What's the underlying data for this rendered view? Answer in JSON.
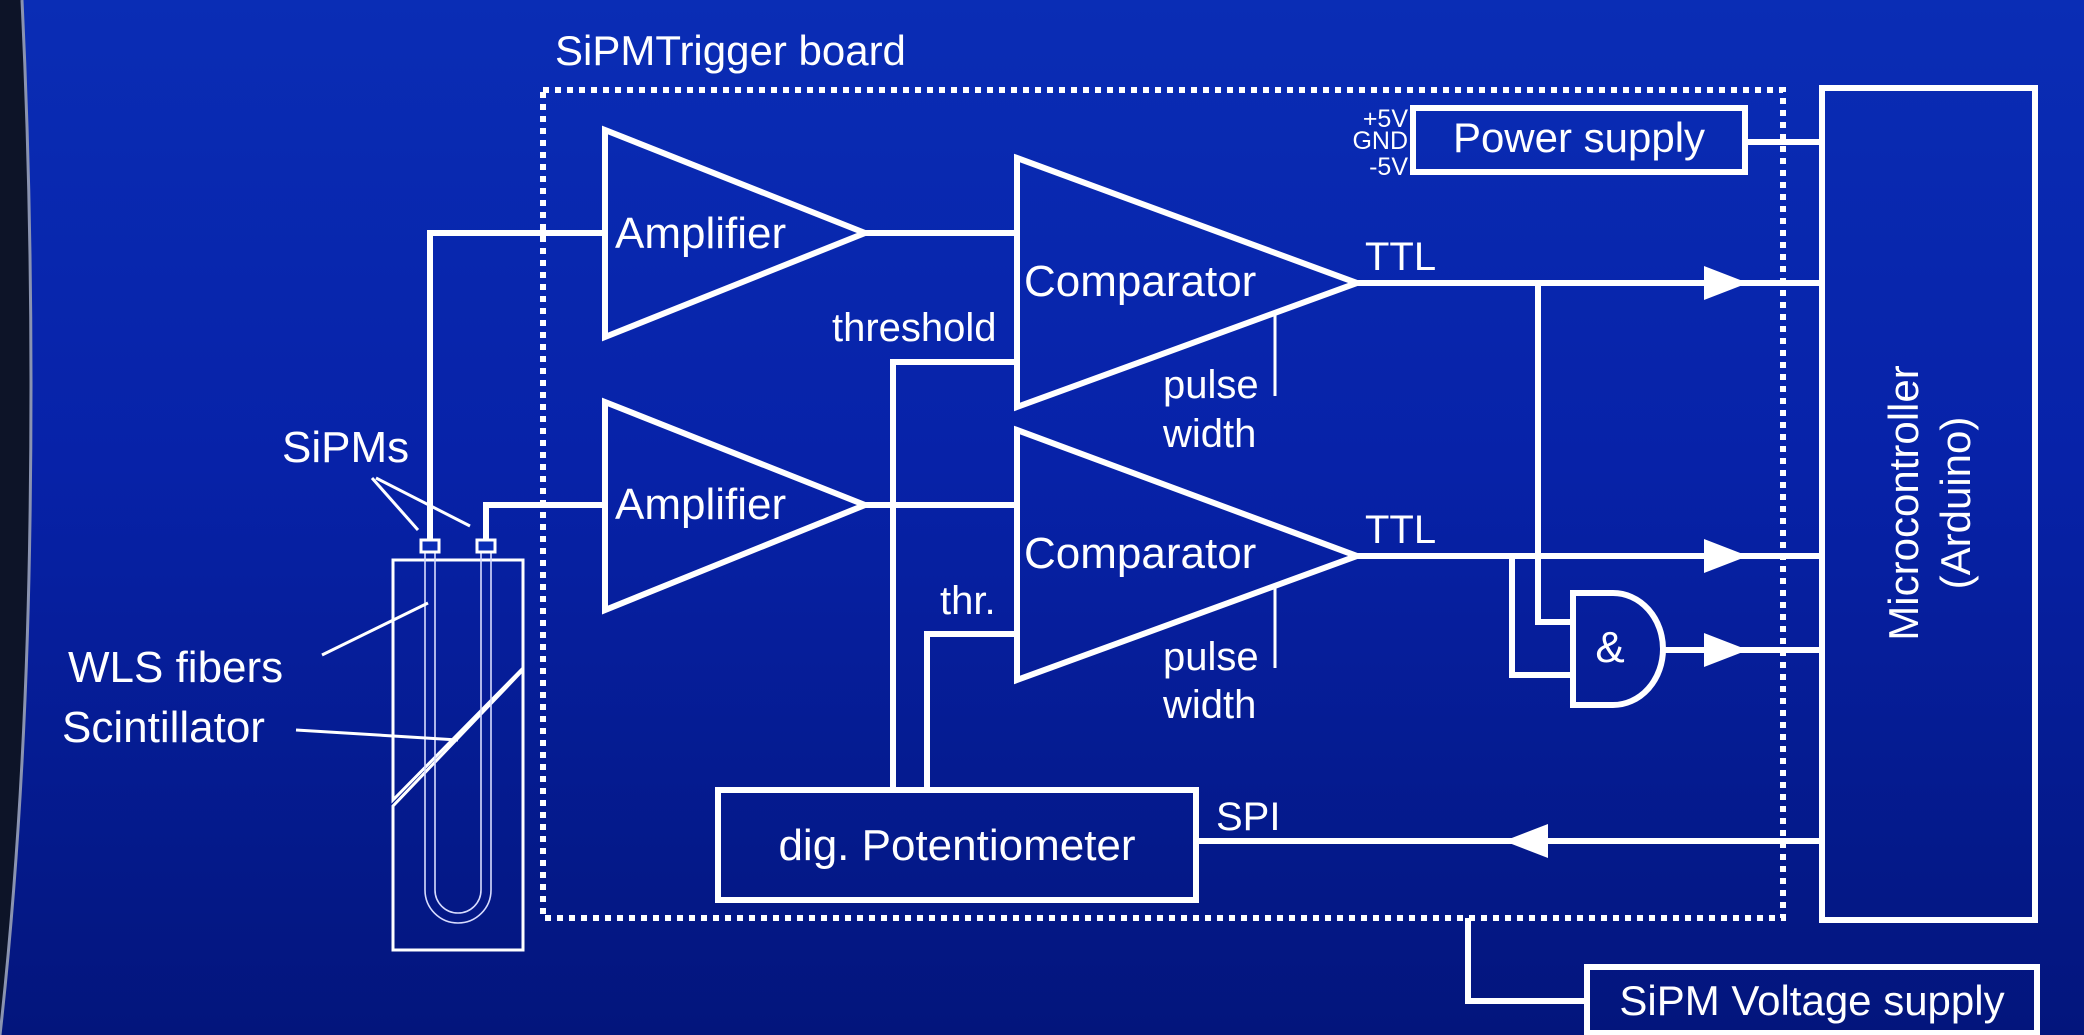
{
  "board": {
    "title": "SiPMTrigger board"
  },
  "power_supply": {
    "label": "Power supply",
    "rail_plus": "+5V",
    "rail_gnd": "GND",
    "rail_minus": "-5V"
  },
  "amplifier_top": {
    "label": "Amplifier"
  },
  "amplifier_bottom": {
    "label": "Amplifier"
  },
  "comparator_top": {
    "label": "Comparator",
    "output_label": "TTL",
    "input_label": "threshold",
    "pulse_label_1": "pulse",
    "pulse_label_2": "width"
  },
  "comparator_bottom": {
    "label": "Comparator",
    "output_label": "TTL",
    "input_label": "thr.",
    "pulse_label_1": "pulse",
    "pulse_label_2": "width"
  },
  "and_gate": {
    "label": "&"
  },
  "potentiometer": {
    "label": "dig. Potentiometer",
    "bus_label": "SPI"
  },
  "microcontroller": {
    "line1": "Microcontroller",
    "line2": "(Arduino)"
  },
  "voltage_supply": {
    "label": "SiPM Voltage supply"
  },
  "detector": {
    "sipms_label": "SiPMs",
    "fibers_label": "WLS fibers",
    "scintillator_label": "Scintillator"
  },
  "colors": {
    "background_top": "#0a2db5",
    "background_bottom": "#03157c",
    "foreground": "#ffffff"
  }
}
